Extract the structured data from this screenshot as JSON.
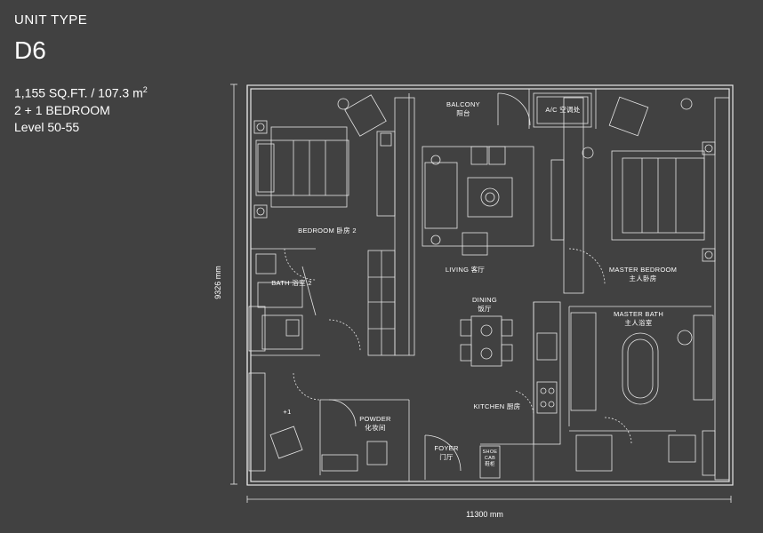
{
  "header": {
    "unit_type_label": "UNIT TYPE",
    "unit_code": "D6",
    "area": "1,155 SQ.FT. / 107.3 m",
    "area_superscript": "2",
    "bedrooms": "2 + 1 BEDROOM",
    "levels": "Level 50-55"
  },
  "dimensions": {
    "width": "11300 mm",
    "height": "9326 mm"
  },
  "rooms": {
    "balcony": "BALCONY",
    "balcony_cn": "阳台",
    "ac": "A/C 空调处",
    "bedroom2": "BEDROOM 卧房 2",
    "bath2": "BATH 浴室 2",
    "living": "LIVING 客厅",
    "dining": "DINING",
    "dining_cn": "饭厅",
    "master_bedroom": "MASTER BEDROOM",
    "master_bedroom_cn": "主人卧房",
    "master_bath": "MASTER BATH",
    "master_bath_cn": "主人浴室",
    "kitchen": "KITCHEN 厨房",
    "powder": "POWDER",
    "powder_cn": "化妆间",
    "foyer": "FOYER",
    "foyer_cn": "门厅",
    "shoe_cab": "SHOE",
    "shoe_cab2": "CAB",
    "shoe_cab_cn": "鞋柜",
    "plus_one": "+1"
  },
  "colors": {
    "background": "#414141",
    "line": "#e6e6e6"
  }
}
